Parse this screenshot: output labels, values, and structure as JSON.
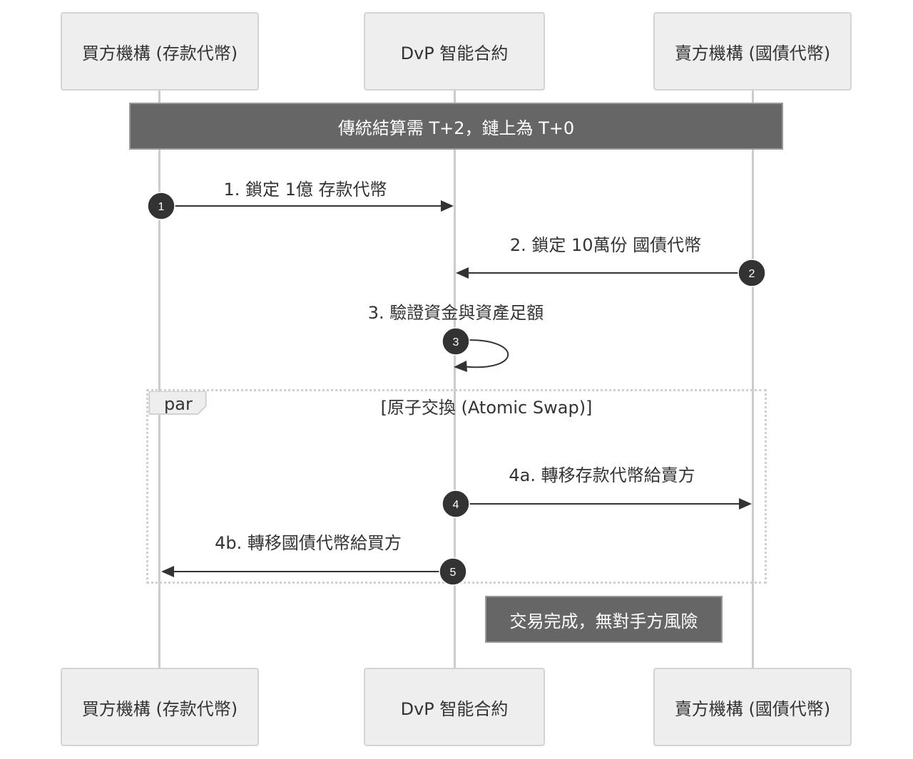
{
  "actors": {
    "buyer": "買方機構 (存款代幣)",
    "contract": "DvP 智能合約",
    "seller": "賣方機構 (國債代幣)"
  },
  "notes": {
    "settlement": "傳統結算需 T+2，鏈上為 T+0",
    "complete": "交易完成，無對手方風險"
  },
  "messages": [
    {
      "num": "1",
      "label": "1. 鎖定 1億 存款代幣"
    },
    {
      "num": "2",
      "label": "2. 鎖定 10萬份 國債代幣"
    },
    {
      "num": "3",
      "label": "3. 驗證資金與資產足額"
    },
    {
      "num": "4",
      "label": "4a. 轉移存款代幣給賣方"
    },
    {
      "num": "5",
      "label": "4b. 轉移國債代幣給買方"
    }
  ],
  "par": {
    "tag": "par",
    "title": "[原子交換 (Atomic Swap)]"
  }
}
